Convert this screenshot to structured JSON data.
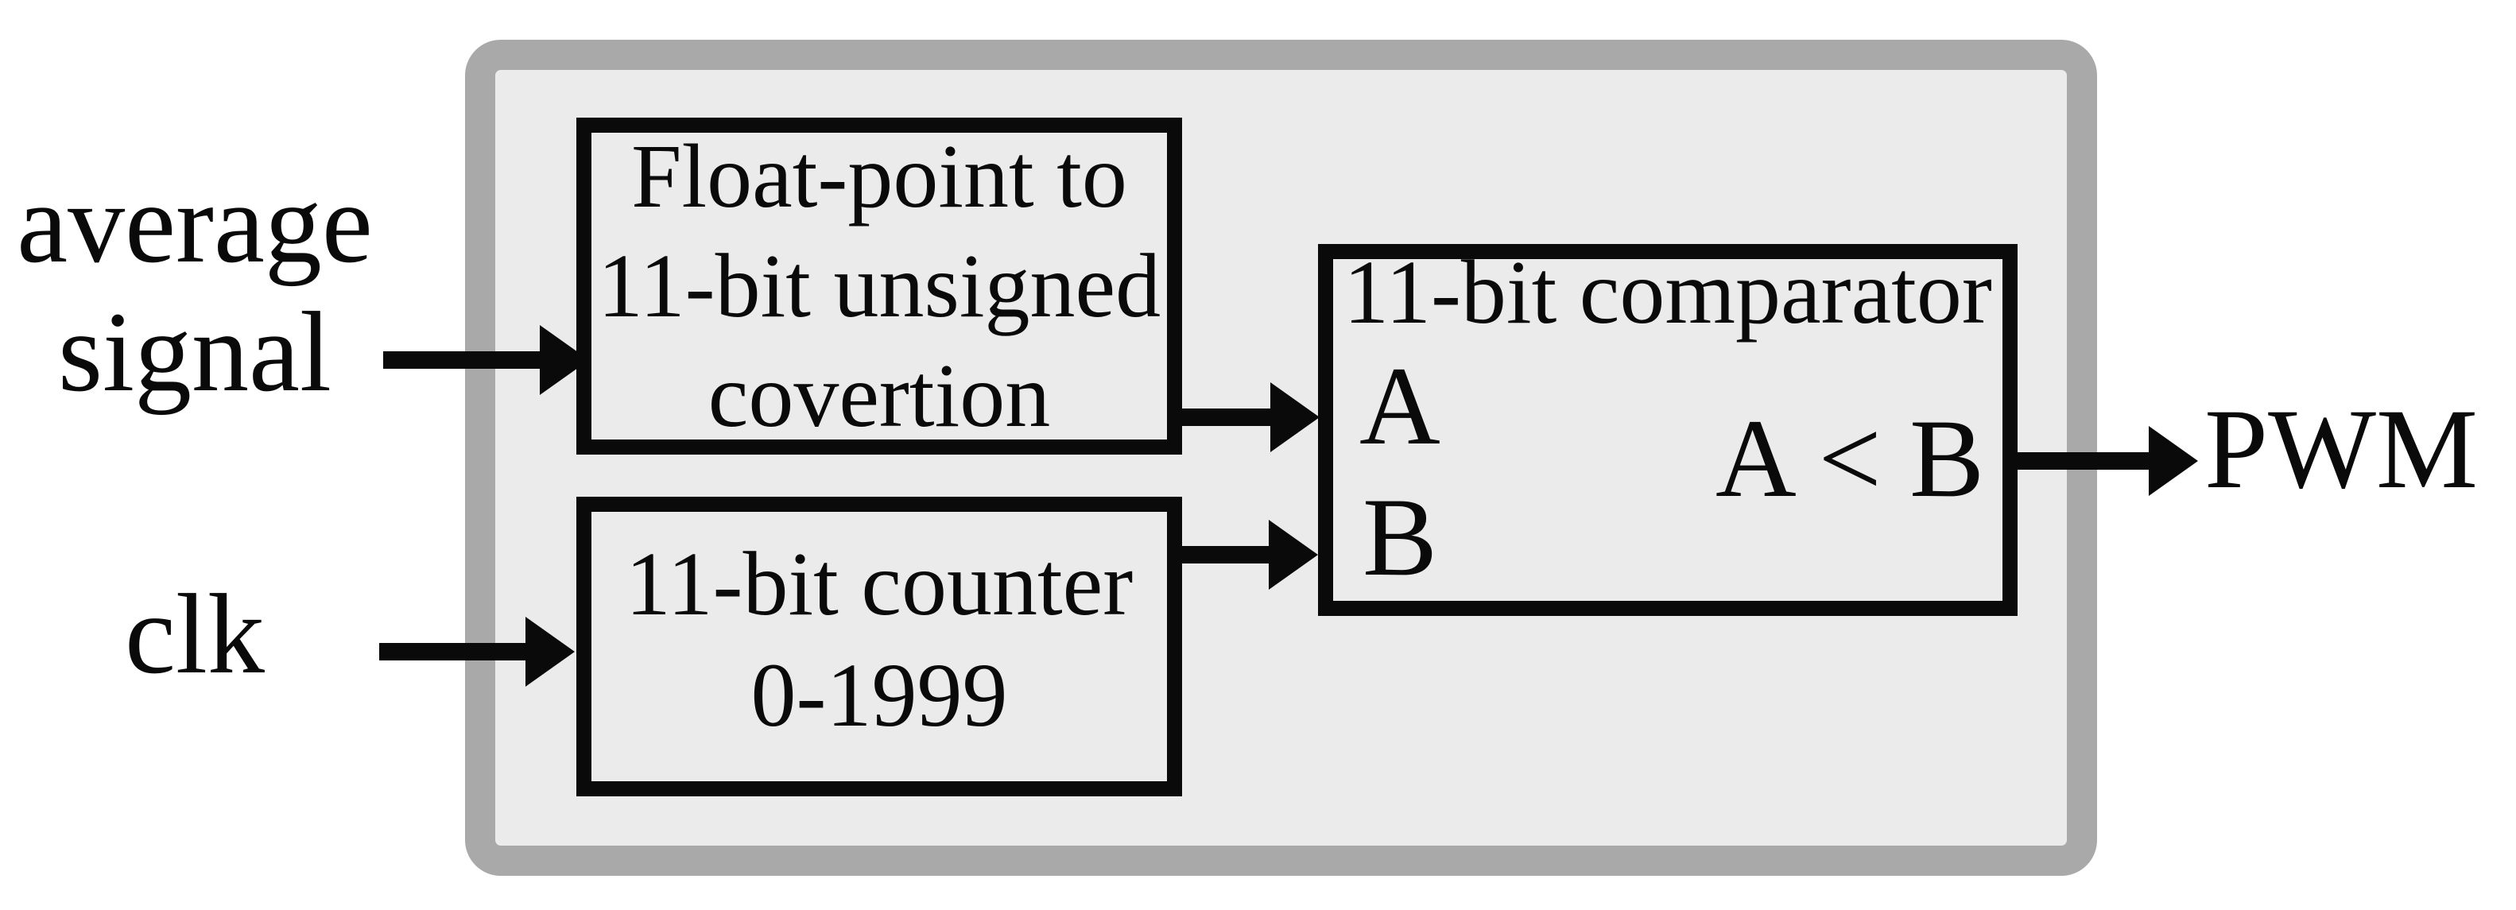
{
  "colors": {
    "background": "#ffffff",
    "panel_fill": "#ebebeb",
    "panel_border": "#a9a9a9",
    "line_color": "#0a0a0a",
    "text_color": "#0a0a0a"
  },
  "labels": {
    "average_line1": "average",
    "average_line2": "signal",
    "clk": "clk",
    "pwm": "PWM"
  },
  "blocks": {
    "converter": {
      "lines": [
        "Float-point to",
        "11-bit unsigned",
        "covertion"
      ]
    },
    "counter": {
      "lines": [
        "11-bit counter",
        "0-1999"
      ]
    },
    "comparator": {
      "title": "11-bit comparator",
      "port_a": "A",
      "port_b": "B",
      "condition": "A < B"
    }
  }
}
